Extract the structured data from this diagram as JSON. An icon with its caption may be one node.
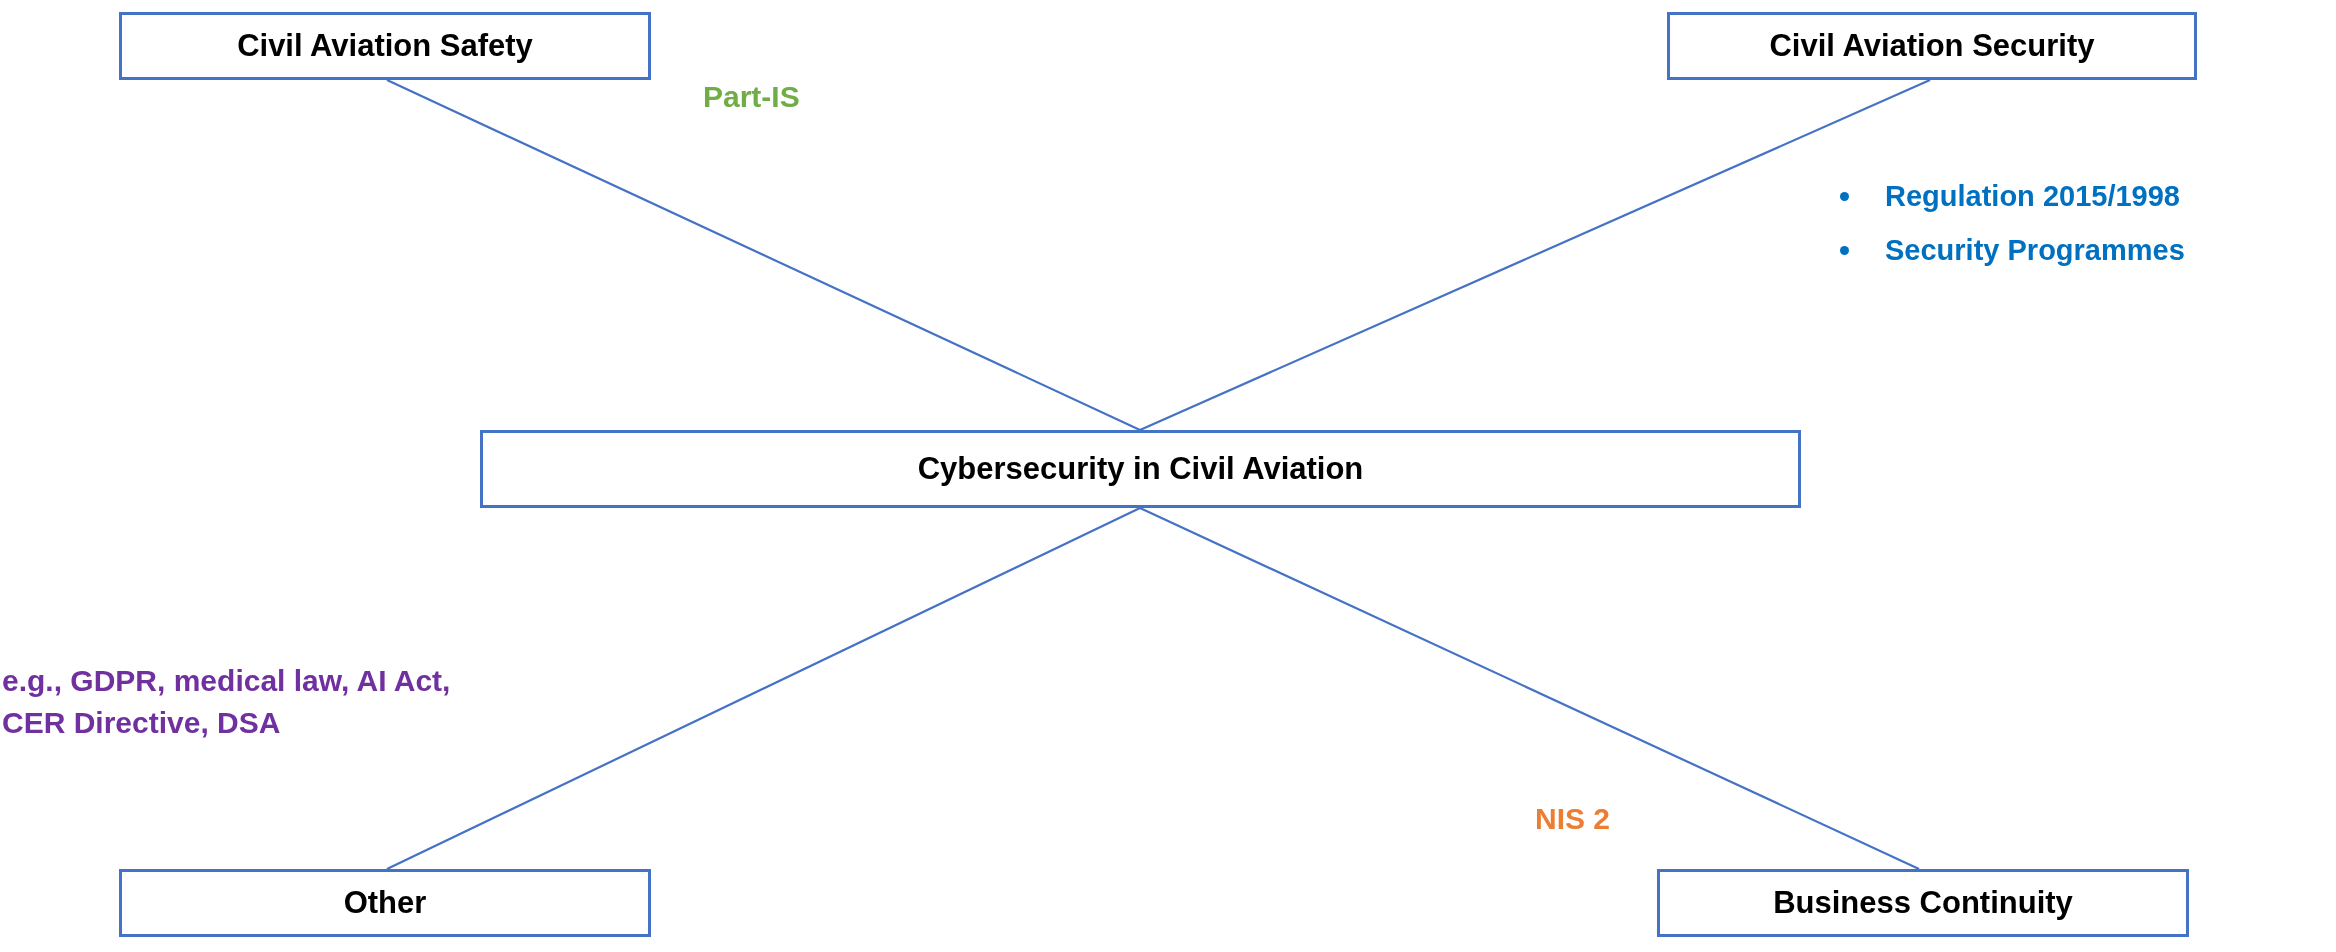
{
  "diagram": {
    "nodes": [
      {
        "text": [
          "Civil Aviation Safety"
        ]
      },
      {
        "text": [
          "Civil Aviation Security"
        ]
      },
      {
        "text": [
          "Cybersecurity in Civil Aviation"
        ]
      },
      {
        "text": [
          "Other"
        ]
      },
      {
        "text": [
          "Business Continuity"
        ]
      }
    ],
    "edges": [
      {
        "from": 0,
        "to": 2,
        "arrow": "none"
      },
      {
        "from": 1,
        "to": 2,
        "arrow": "none"
      },
      {
        "from": 2,
        "to": 3,
        "arrow": "none"
      },
      {
        "from": 2,
        "to": 4,
        "arrow": "none"
      }
    ],
    "labels": [
      "Part-IS",
      "Regulation 2015/1998",
      "Security Programmes",
      "e.g., GDPR, medical law, AI Act, CER Directive, DSA",
      "NIS 2"
    ]
  }
}
